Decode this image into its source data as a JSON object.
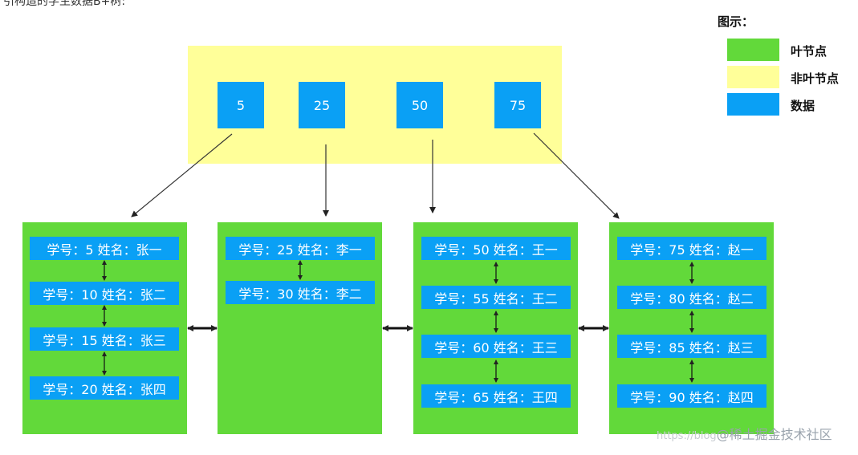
{
  "page": {
    "top_caption": "引构造的学生数据B+树:"
  },
  "root": {
    "keys": [
      "5",
      "25",
      "50",
      "75"
    ]
  },
  "leaves": [
    {
      "records": [
        "学号：5  姓名：张一",
        "学号：10  姓名：张二",
        "学号：15  姓名：张三",
        "学号：20  姓名：张四"
      ]
    },
    {
      "records": [
        "学号：25  姓名：李一",
        "学号：30  姓名：李二"
      ]
    },
    {
      "records": [
        "学号：50  姓名：王一",
        "学号：55  姓名：王二",
        "学号：60  姓名：王三",
        "学号：65  姓名：王四"
      ]
    },
    {
      "records": [
        "学号：75  姓名：赵一",
        "学号：80  姓名：赵二",
        "学号：85  姓名：赵三",
        "学号：90  姓名：赵四"
      ]
    }
  ],
  "legend": {
    "title": "图示：",
    "items": [
      {
        "label": "叶节点",
        "color": "#62d93a"
      },
      {
        "label": "非叶节点",
        "color": "#ffff99"
      },
      {
        "label": "数据",
        "color": "#0aa0f5"
      }
    ]
  },
  "watermark": {
    "faint": "https://blog",
    "text": "@稀土掘金技术社区"
  }
}
